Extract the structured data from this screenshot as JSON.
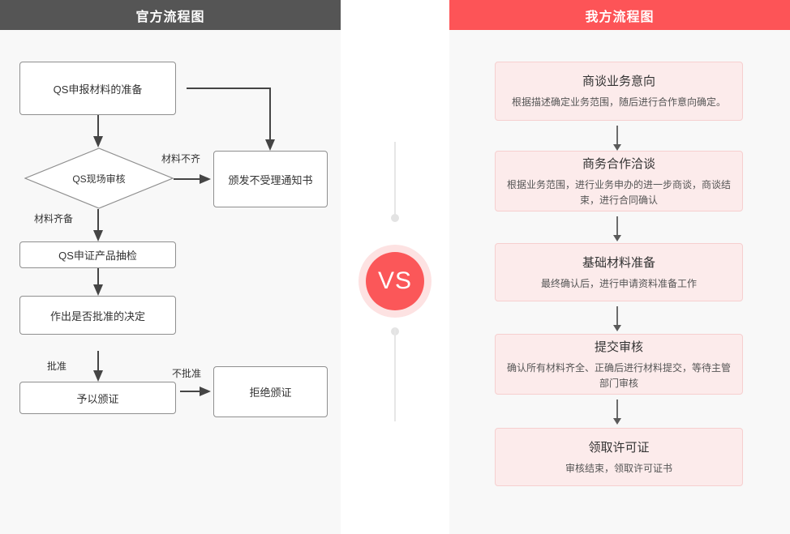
{
  "panels": {
    "left": {
      "title": "官方流程图",
      "header_color": "#555555",
      "bg": "#f8f8f8"
    },
    "right": {
      "title": "我方流程图",
      "header_color": "#fd5457",
      "bg": "#f8f8f8"
    }
  },
  "center": {
    "vs_label": "VS",
    "badge_color": "#fb5759",
    "badge_ring_color": "#fde2e2",
    "line_color": "#e6e6e6",
    "dot_color": "#e3e3e3"
  },
  "official_flow": {
    "nodes": [
      {
        "id": "prepare",
        "shape": "box",
        "label": "QS申报材料的准备"
      },
      {
        "id": "review",
        "shape": "diamond",
        "label": "QS现场审核"
      },
      {
        "id": "reject-notice",
        "shape": "box",
        "label": "颁发不受理通知书"
      },
      {
        "id": "sampling",
        "shape": "box",
        "label": "QS申证产品抽检"
      },
      {
        "id": "decision",
        "shape": "box",
        "label": "作出是否批准的决定"
      },
      {
        "id": "grant",
        "shape": "box",
        "label": "予以颁证"
      },
      {
        "id": "refuse",
        "shape": "box",
        "label": "拒绝颁证"
      }
    ],
    "edge_labels": [
      {
        "id": "materials-incomplete",
        "label": "材料不齐"
      },
      {
        "id": "materials-complete",
        "label": "材料齐备"
      },
      {
        "id": "approved",
        "label": "批准"
      },
      {
        "id": "not-approved",
        "label": "不批准"
      }
    ],
    "box_border_color": "#8f8f8f",
    "arrow_color": "#454545"
  },
  "our_flow": {
    "card_bg": "#fcebeb",
    "card_border": "#f6cfcf",
    "steps": [
      {
        "id": "intent",
        "title": "商谈业务意向",
        "desc": "根据描述确定业务范围，随后进行合作意向确定。"
      },
      {
        "id": "negotiation",
        "title": "商务合作洽谈",
        "desc": "根据业务范围，进行业务申办的进一步商谈，商谈结束，进行合同确认"
      },
      {
        "id": "materials",
        "title": "基础材料准备",
        "desc": "最终确认后，进行申请资料准备工作"
      },
      {
        "id": "submit",
        "title": "提交审核",
        "desc": "确认所有材料齐全、正确后进行材料提交，等待主管部门审核"
      },
      {
        "id": "license",
        "title": "领取许可证",
        "desc": "审核结束，领取许可证书"
      }
    ]
  }
}
